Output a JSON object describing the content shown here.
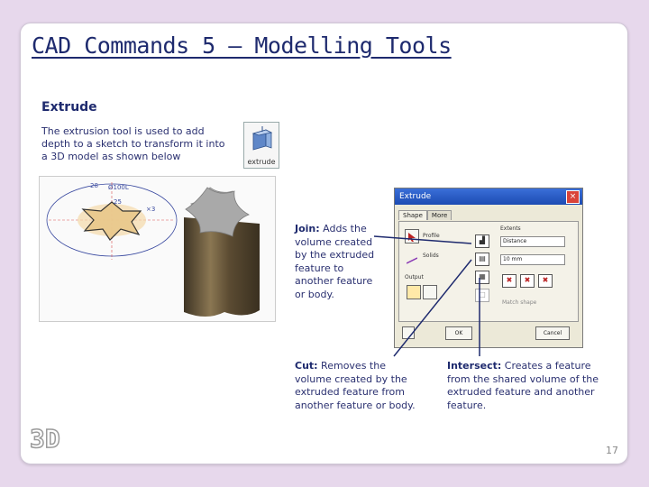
{
  "slide": {
    "title": "CAD Commands 5 – Modelling Tools",
    "section_heading": "Extrude",
    "description": "The extrusion tool is used to add depth to a sketch to transform it into a 3D model as shown below",
    "icon_label": "extrude",
    "sketch_dims": [
      "28",
      "Ø100L",
      "25",
      "×3"
    ],
    "join_term": "Join:",
    "join_text": " Adds the volume created by the extruded feature to another feature or body.",
    "cut_term": "Cut:",
    "cut_text": " Removes the volume created by the extruded feature from another feature or body.",
    "intersect_term": "Intersect:",
    "intersect_text": " Creates a feature from the shared volume of the extruded feature and another feature.",
    "logo": "3D",
    "page_number": "17"
  },
  "dialog": {
    "title": "Extrude",
    "close": "×",
    "tabs": [
      "Shape",
      "More"
    ],
    "profile_label": "Profile",
    "solids_label": "Solids",
    "output_label": "Output",
    "extents_label": "Extents",
    "extents_value": "Distance",
    "distance_value": "10 mm",
    "match_shape_label": "Match shape",
    "ok_label": "OK",
    "cancel_label": "Cancel"
  },
  "colors": {
    "background": "#e7d8ec",
    "title_text": "#1e2a6e",
    "dialog_titlebar": "#2f5fc8",
    "solid_body": "#6b5a3e"
  }
}
